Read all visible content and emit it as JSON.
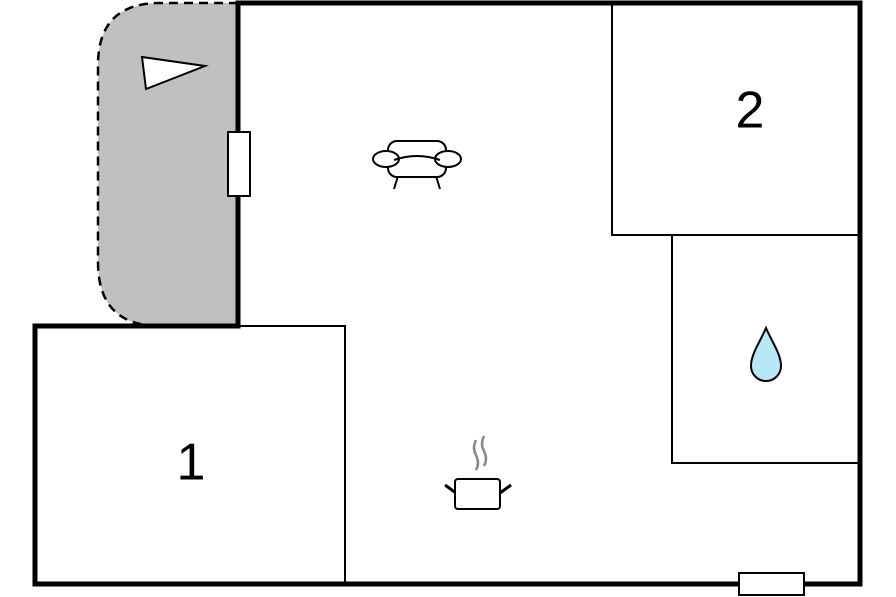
{
  "plan": {
    "rooms": [
      {
        "id": "room-1",
        "label": "1"
      },
      {
        "id": "room-2",
        "label": "2"
      }
    ],
    "icons": {
      "balcony": "compass-direction-icon",
      "living": "sofa-icon",
      "kitchen": "cooking-pot-icon",
      "bathroom": "water-drop-icon"
    },
    "colors": {
      "wall": "#000000",
      "balcony_fill": "#c0c0c0",
      "water": "#b6e8f5",
      "steam": "#888888"
    }
  }
}
